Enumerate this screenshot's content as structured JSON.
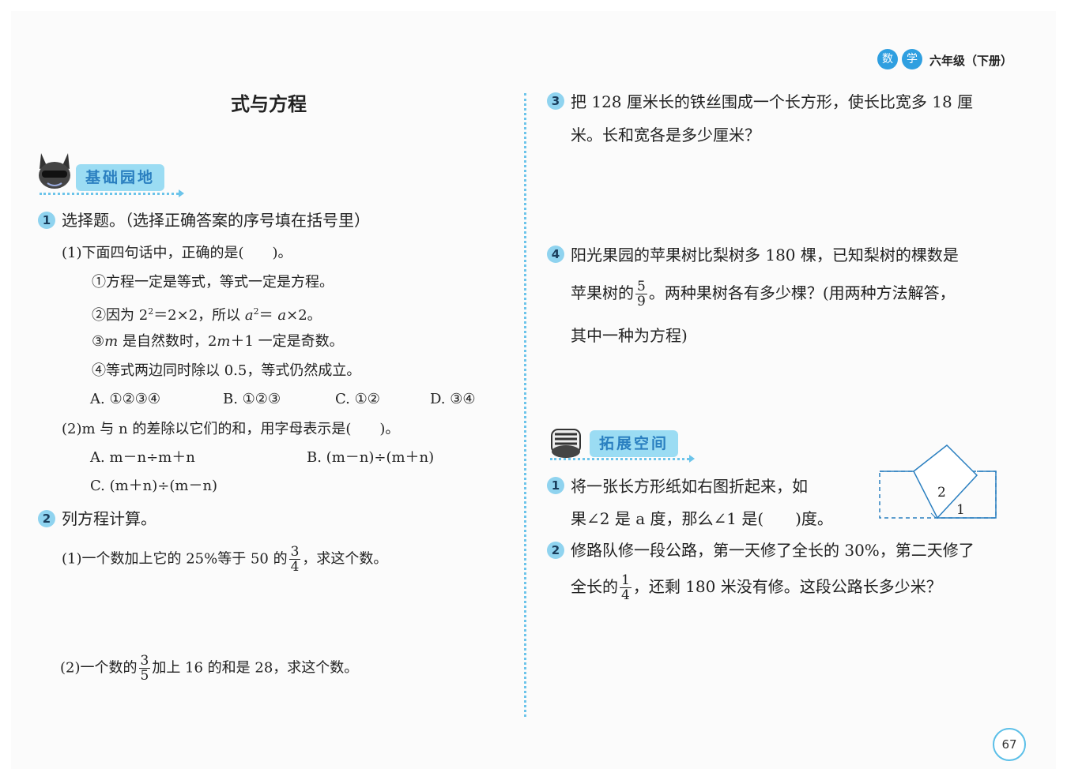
{
  "header": {
    "subject_1": "数",
    "subject_2": "学",
    "grade": "六年级（下册）"
  },
  "title": "式与方程",
  "section_basic": "基础园地",
  "section_extend": "拓展空间",
  "left": {
    "q1": {
      "num": "1",
      "text": "选择题。（选择正确答案的序号填在括号里）",
      "p1": {
        "stem": "(1)下面四句话中，正确的是(　　)。",
        "s1": "①方程一定是等式，等式一定是方程。",
        "s2a": "②因为 2",
        "s2sup1": "2",
        "s2b": "＝2×2，所以 ",
        "s2var": "a",
        "s2sup2": "2",
        "s2c": "＝ ",
        "s2var2": "a",
        "s2d": "×2。",
        "s3a": "③",
        "s3var": "m",
        "s3b": " 是自然数时，2",
        "s3var2": "m",
        "s3c": "＋1 一定是奇数。",
        "s4": "④等式两边同时除以 0.5，等式仍然成立。",
        "options": [
          "A. ①②③④",
          "B. ①②③",
          "C. ①②",
          "D. ③④"
        ]
      },
      "p2": {
        "stem": "(2)m 与 n 的差除以它们的和，用字母表示是(　　)。",
        "optA": "A.  m－n÷m＋n",
        "optB": "B. (m－n)÷(m＋n)",
        "optC": "C. (m＋n)÷(m－n)"
      }
    },
    "q2": {
      "num": "2",
      "text": "列方程计算。",
      "p1a": "(1)一个数加上它的 25%等于 50 的",
      "p1_frac_num": "3",
      "p1_frac_den": "4",
      "p1b": "，求这个数。",
      "p2a": "(2)一个数的",
      "p2_frac_num": "3",
      "p2_frac_den": "5",
      "p2b": "加上 16 的和是 28，求这个数。"
    }
  },
  "right": {
    "q3": {
      "num": "3",
      "line1": "把 128 厘米长的铁丝围成一个长方形，使长比宽多 18 厘",
      "line2": "米。长和宽各是多少厘米？"
    },
    "q4": {
      "num": "4",
      "line1": "阳光果园的苹果树比梨树多 180 棵，已知梨树的棵数是",
      "line2a": "苹果树的",
      "frac_num": "5",
      "frac_den": "9",
      "line2b": "。两种果树各有多少棵？(用两种方法解答，",
      "line3": "其中一种为方程)"
    },
    "e1": {
      "num": "1",
      "line1": "将一张长方形纸如右图折起来，如",
      "line2": "果∠2 是 a 度，那么∠1 是(　　)度。",
      "label_2": "2",
      "label_1": "1"
    },
    "e2": {
      "num": "2",
      "line1": "修路队修一段公路，第一天修了全长的 30%，第二天修了",
      "line2a": "全长的",
      "frac_num": "1",
      "frac_den": "4",
      "line2b": "，还剩 180 米没有修。这段公路长多少米？"
    }
  },
  "page_number": "67"
}
